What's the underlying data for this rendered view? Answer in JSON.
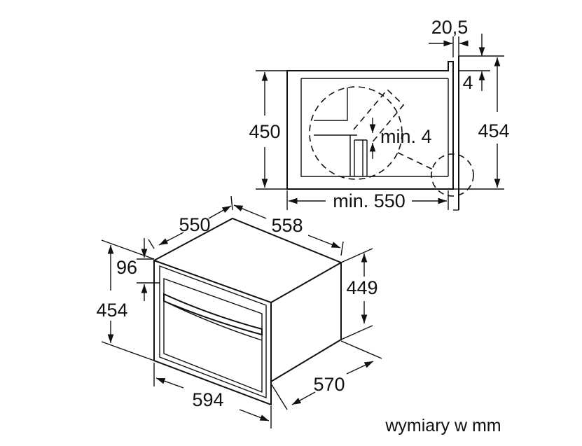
{
  "dimensions": {
    "side_view": {
      "panel_thickness": "20,5",
      "top_gap": "4",
      "cutout_height": "450",
      "total_height": "454",
      "clearance": "min. 4",
      "cutout_depth": "min. 550"
    },
    "appliance": {
      "depth": "550",
      "width_back": "558",
      "panel_offset": "96",
      "front_height": "454",
      "body_height": "449",
      "body_depth": "570",
      "front_width": "594"
    }
  },
  "units_note": "wymiary w mm"
}
